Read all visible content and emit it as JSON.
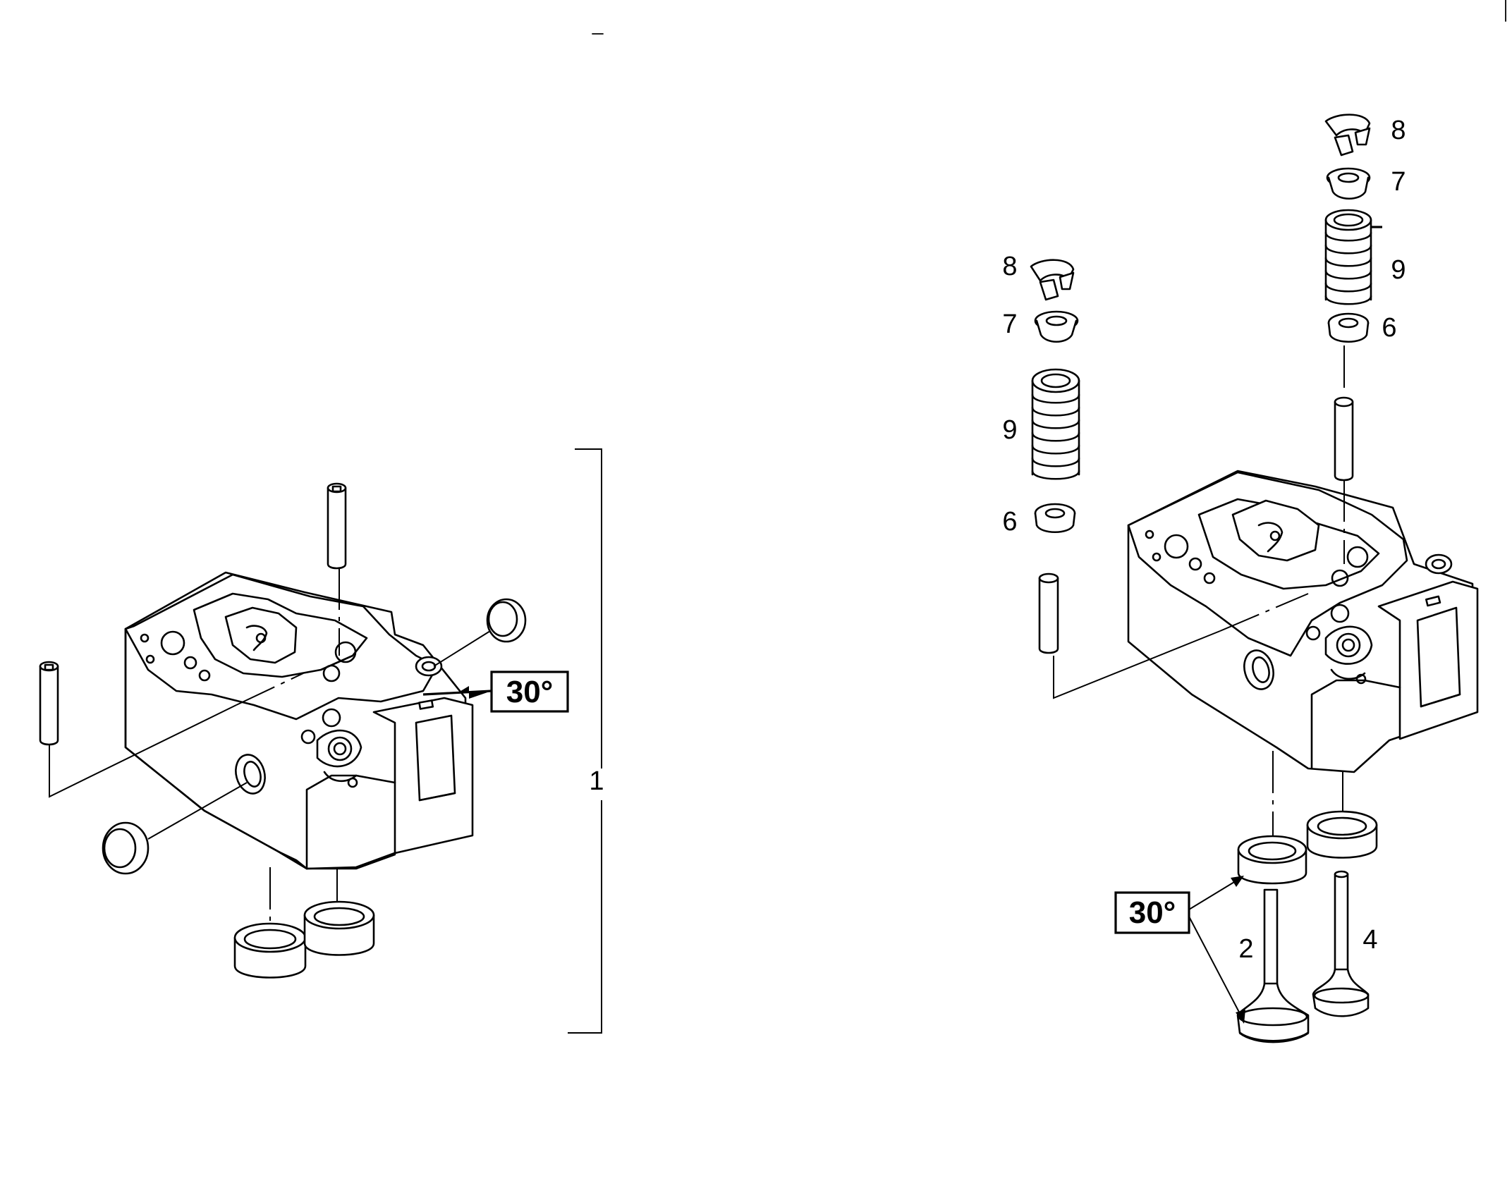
{
  "callouts": {
    "assembly": "1",
    "valve_a": "2",
    "valve_b": "4",
    "seal_left": "6",
    "seal_right": "6",
    "cap_left": "7",
    "cap_right": "7",
    "keeper_left": "8",
    "keeper_right": "8",
    "spring_left": "9",
    "spring_right": "9"
  },
  "angle_labels": {
    "head_seat": "30°",
    "valve_face": "30°"
  }
}
